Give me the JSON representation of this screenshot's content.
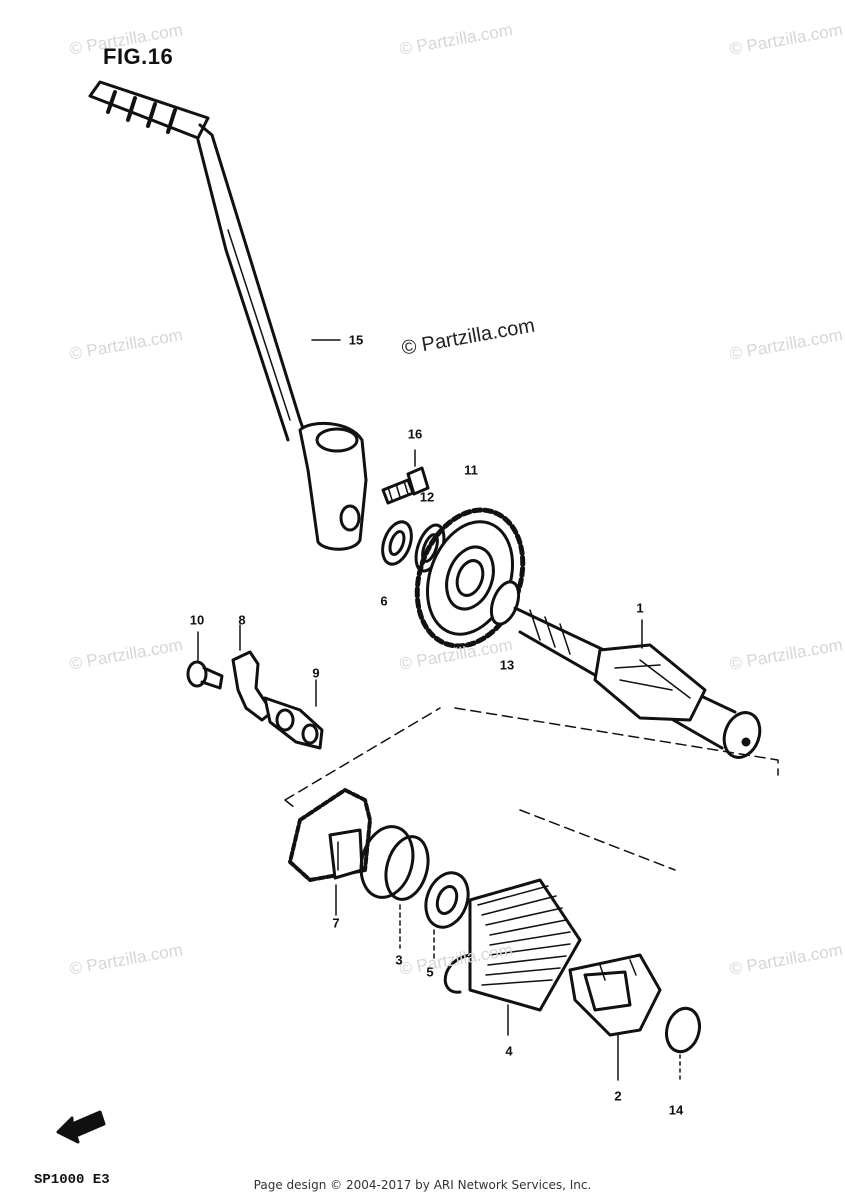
{
  "figure_title": "FIG.16",
  "model_code": "SP1000  E3",
  "footer": "Page design © 2004-2017 by ARI Network Services, Inc.",
  "center_watermark": "© Partzilla.com",
  "tile_watermark": "© Partzilla.com",
  "callouts": [
    "1",
    "2",
    "3",
    "4",
    "5",
    "6",
    "7",
    "8",
    "9",
    "10",
    "11",
    "12",
    "13",
    "14",
    "15",
    "16"
  ],
  "colors": {
    "ink": "#111111",
    "watermark": "#d6d6d6"
  }
}
